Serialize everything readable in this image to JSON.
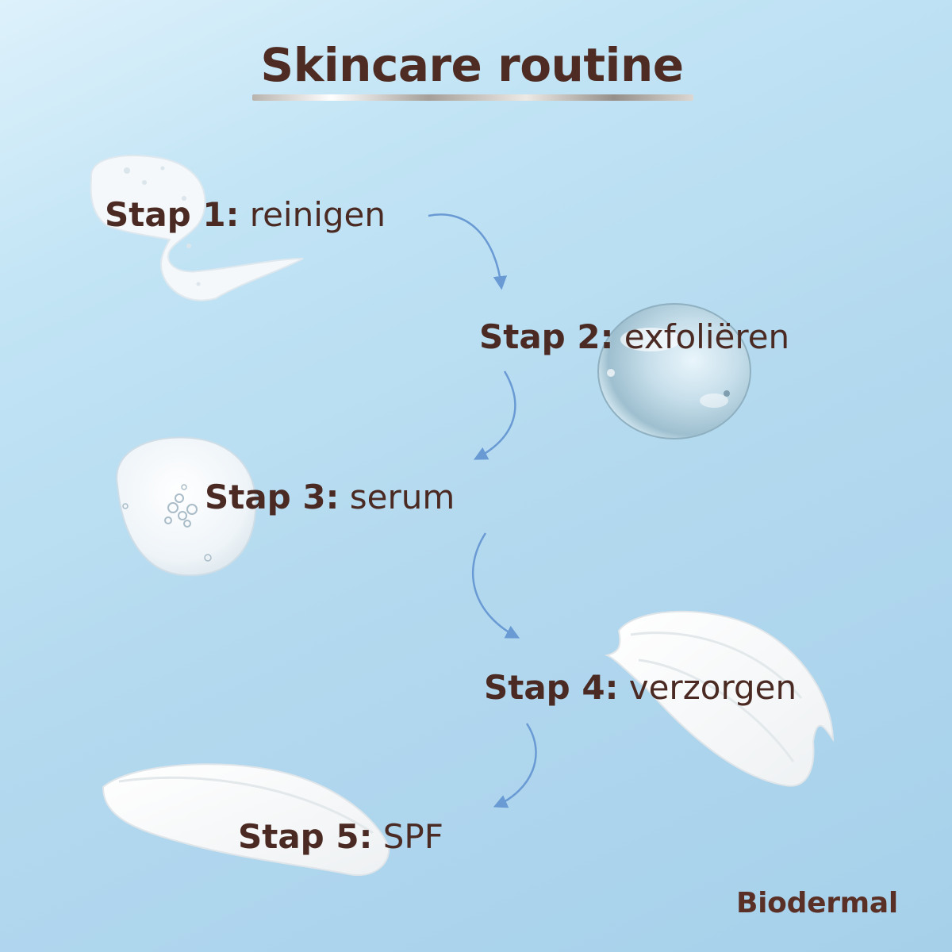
{
  "title": "Skincare routine",
  "steps": [
    {
      "label": "Stap 1:",
      "text": "reinigen"
    },
    {
      "label": "Stap 2:",
      "text": "exfoliëren"
    },
    {
      "label": "Stap 3:",
      "text": "serum"
    },
    {
      "label": "Stap 4:",
      "text": "verzorgen"
    },
    {
      "label": "Stap 5:",
      "text": "SPF"
    }
  ],
  "brand": "Biodermal",
  "colors": {
    "text": "#4a2a22",
    "arrow": "#6a9ad4",
    "background": "#b3d9ef"
  }
}
